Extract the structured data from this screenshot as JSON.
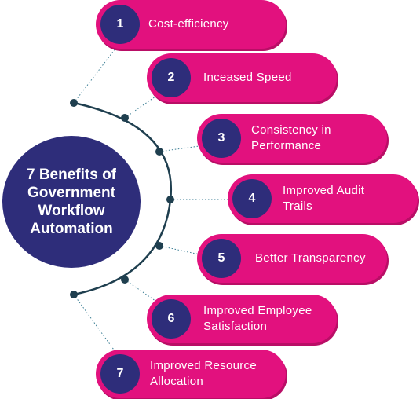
{
  "hub": {
    "title": "7 Benefits of\nGovernment\nWorkflow\nAutomation"
  },
  "items": [
    {
      "number": "1",
      "label": "Cost-efficiency"
    },
    {
      "number": "2",
      "label": "Inceased Speed"
    },
    {
      "number": "3",
      "label": "Consistency in\nPerformance"
    },
    {
      "number": "4",
      "label": "Improved Audit\nTrails"
    },
    {
      "number": "5",
      "label": "Better Transparency"
    },
    {
      "number": "6",
      "label": "Improved Employee\nSatisfaction"
    },
    {
      "number": "7",
      "label": "Improved Resource\nAllocation"
    }
  ],
  "colors": {
    "pill": "#e2117e",
    "badge": "#2e2d7a",
    "hub": "#2e2d7a",
    "arc": "#1f3f4f",
    "dots": "#1f3f4f"
  }
}
